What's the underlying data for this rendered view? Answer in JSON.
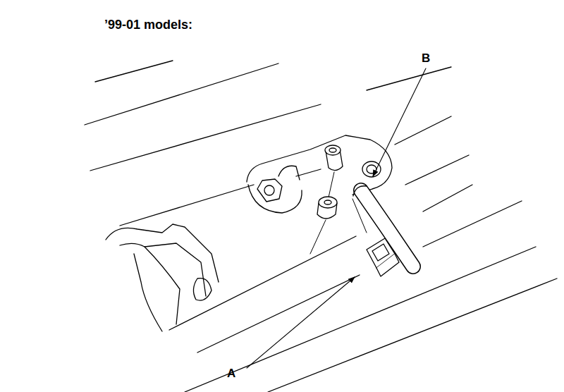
{
  "diagram": {
    "title": "’99-01 models:",
    "labels": [
      "B",
      "A"
    ]
  }
}
